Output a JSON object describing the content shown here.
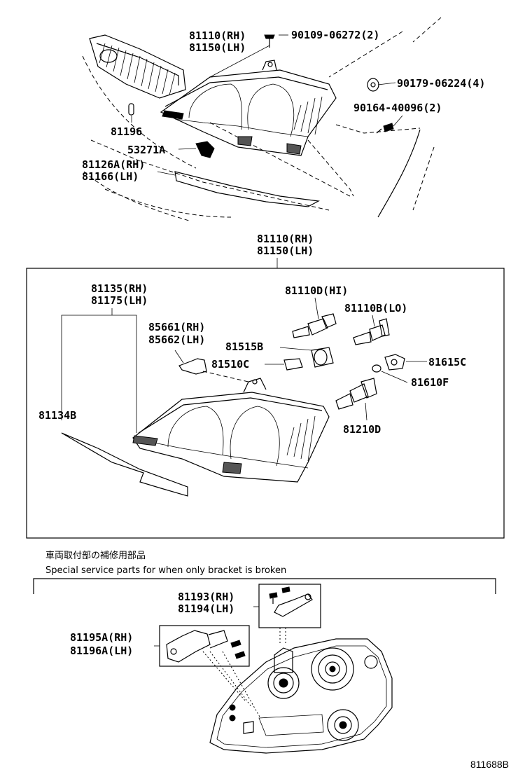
{
  "top": {
    "housing_rh": "81110(RH)",
    "housing_lh": "81150(LH)",
    "screw_a": "90109-06272(2)",
    "nut": "90179-06224(4)",
    "screw_b": "90164-40096(2)",
    "clip": "81196",
    "bracket": "53271A",
    "moulding_rh": "81126A(RH)",
    "moulding_lh": "81166(LH)"
  },
  "middle": {
    "assy_rh": "81110(RH)",
    "assy_lh": "81150(LH)",
    "lens_rh": "81135(RH)",
    "lens_lh": "81175(LH)",
    "bulb_hi": "81110D(HI)",
    "bulb_lo": "81110B(LO)",
    "socket_rh": "85661(RH)",
    "socket_lh": "85662(LH)",
    "socket_b": "81515B",
    "bulb_c": "81510C",
    "socket_c": "81615C",
    "bulb_f": "81610F",
    "gasket": "81134B",
    "bulb_d": "81210D"
  },
  "bottom": {
    "note_jp": "車両取付部の補修用部品",
    "note_en": "Special service parts for when only bracket is broken",
    "bracket_rh": "81193(RH)",
    "bracket_lh": "81194(LH)",
    "bracket2_rh": "81195A(RH)",
    "bracket2_lh": "81196A(LH)"
  },
  "figure_id": "811688B"
}
